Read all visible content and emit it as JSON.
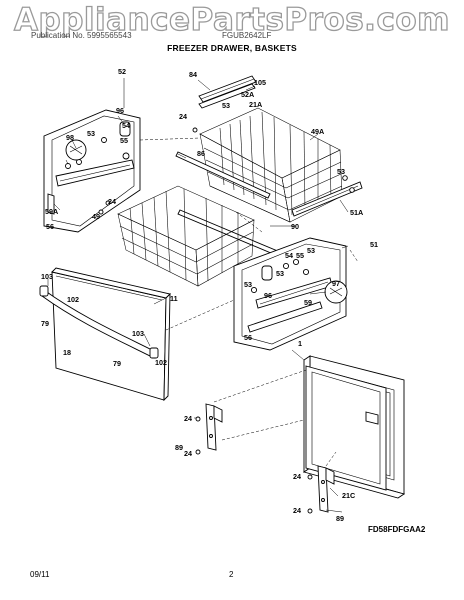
{
  "watermark": "AppliancePartsPros.com",
  "header": {
    "left": "Publication No. 5995565543",
    "right": "FGUB2642LF"
  },
  "title": "FREEZER DRAWER, BASKETS",
  "diagram_code": "FD58FDFGAA2",
  "footer": {
    "date": "09/11",
    "page": "2"
  },
  "callouts": [
    "52",
    "84",
    "105",
    "52A",
    "21A",
    "53",
    "96",
    "54",
    "55",
    "98",
    "24",
    "86",
    "49A",
    "53",
    "59A",
    "49",
    "24",
    "56",
    "90",
    "53",
    "51A",
    "53",
    "51",
    "54",
    "55",
    "53",
    "53",
    "96",
    "97",
    "59",
    "56",
    "103",
    "102",
    "79",
    "11",
    "103",
    "102",
    "79",
    "18",
    "1",
    "24",
    "89",
    "24",
    "24",
    "21C",
    "24",
    "89"
  ]
}
